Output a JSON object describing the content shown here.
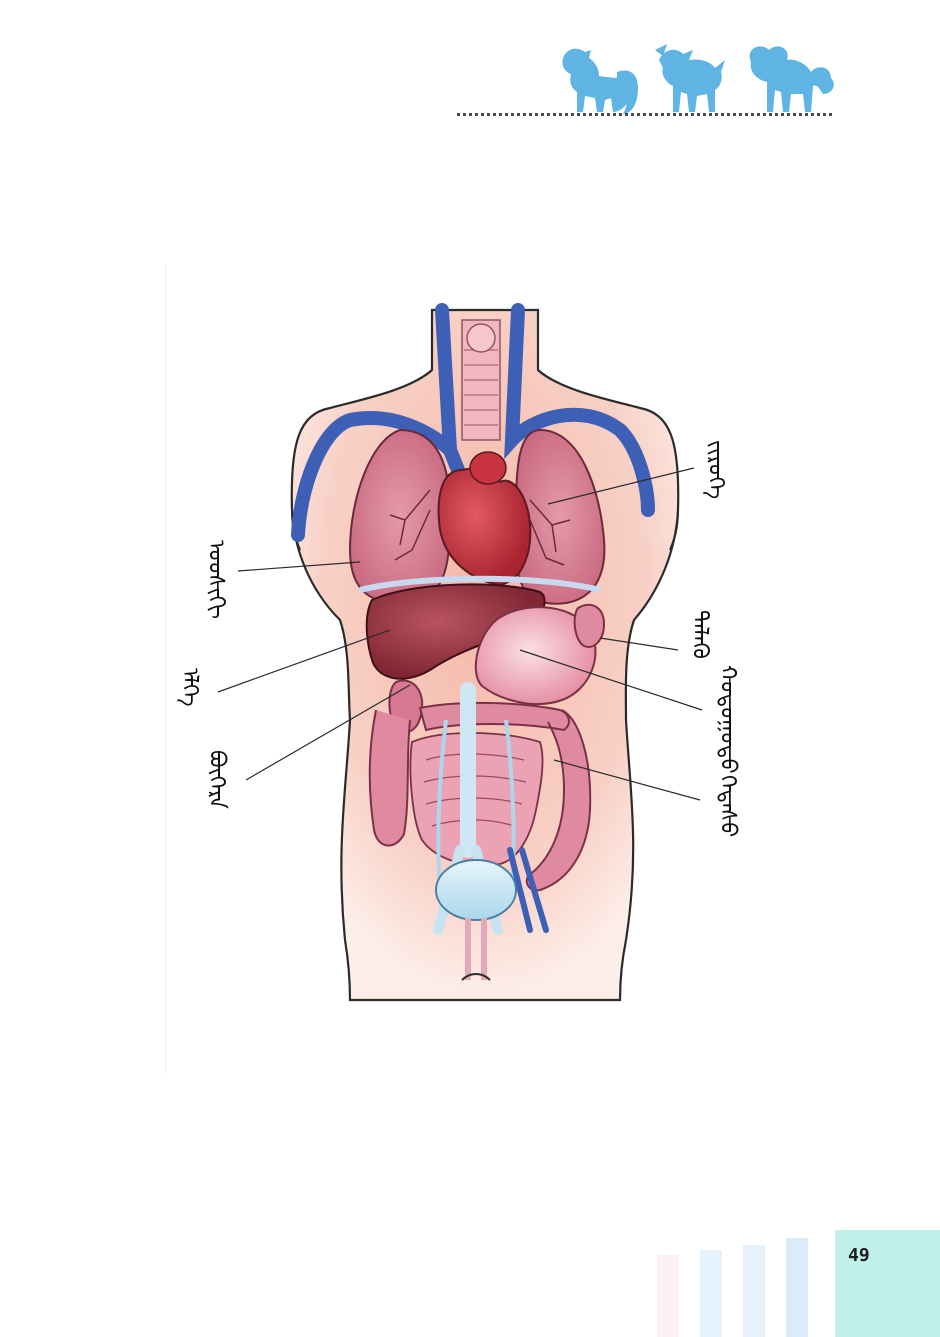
{
  "page": {
    "number": "49"
  },
  "header": {
    "decoration": "pony-silhouettes",
    "accent_color": "#5fb4e3"
  },
  "diagram": {
    "subject": "human-internal-organs",
    "labels": {
      "heart": "ᠵᠢᠷᠦᠬᠡ",
      "lung": "ᠤᠤᠰᠢᠬᠢ",
      "liver": "ᠡᠯᠬᠡ",
      "spleen": "ᠳᠡᠯᠡᠬᠦ",
      "stomach": "ᠬᠣᠳᠣᠭᠣᠳᠣ",
      "kidney": "ᠪᠦᠭᠡᠷᠡ",
      "intestine": "ᠭᠡᠳᠡᠰᠦ"
    }
  },
  "colors": {
    "skin": "#f7cbbd",
    "artery": "#3d5fb5",
    "organ": "#d9788d",
    "heart": "#c7333e",
    "liver": "#8e2f3a",
    "page_tab": "#bff0ea"
  }
}
